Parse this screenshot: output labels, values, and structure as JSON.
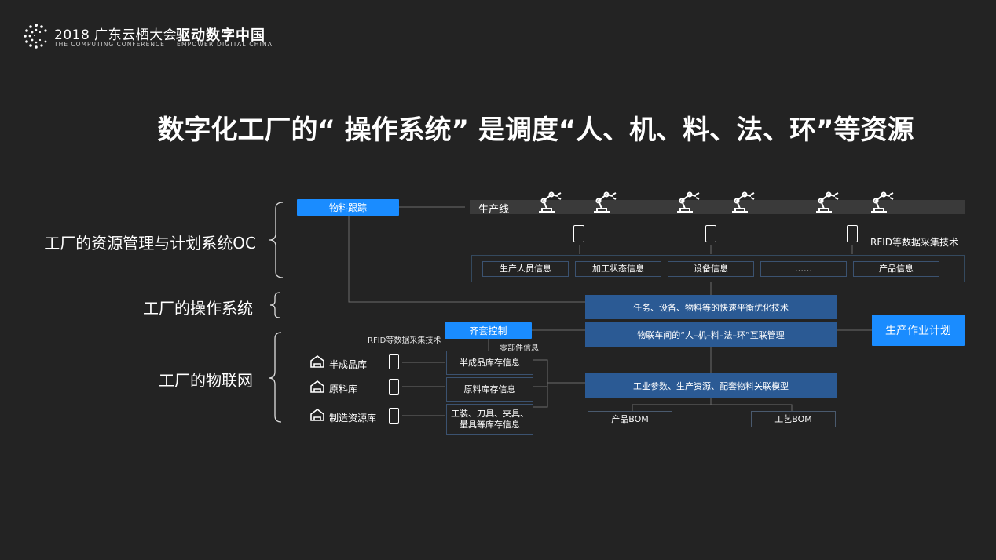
{
  "header": {
    "event_title": "2018 广东云栖大会",
    "event_subtitle": "THE COMPUTING CONFERENCE",
    "slogan": "驱动数字中国",
    "slogan_subtitle": "EMPOWER DIGITAL CHINA"
  },
  "title": "数字化工厂的“ 操作系统” 是调度“人、机、料、法、环”等资源",
  "left_labels": {
    "oc": "工厂的资源管理与计划系统OC",
    "os": "工厂的操作系统",
    "iot": "工厂的物联网"
  },
  "top_section": {
    "material_tracking": "物料跟踪",
    "production_line": "生产线",
    "rfid_note": "RFID等数据采集技术",
    "info_items": [
      "生产人员信息",
      "加工状态信息",
      "设备信息",
      "……",
      "产品信息"
    ]
  },
  "middle_section": {
    "tech_box": "任务、设备、物料等的快速平衡优化技术",
    "iot_box": "物联车间的“人–机–料–法–环”互联管理",
    "production_plan": "生产作业计划",
    "kit_control": "齐套控制",
    "rfid_note": "RFID等数据采集技术",
    "parts_info": "零部件信息"
  },
  "warehouses": [
    {
      "label": "半成品库",
      "info": "半成品库存信息"
    },
    {
      "label": "原料库",
      "info": "原料库存信息"
    },
    {
      "label": "制造资源库",
      "info": "工装、刀具、夹具、量具等库存信息"
    }
  ],
  "bottom_section": {
    "model_box": "工业参数、生产资源、配套物料关联模型",
    "product_bom": "产品BOM",
    "process_bom": "工艺BOM"
  },
  "colors": {
    "background": "#232323",
    "bright_blue": "#1a8cff",
    "dark_blue": "#2b5a94",
    "outline": "#3b5270"
  }
}
